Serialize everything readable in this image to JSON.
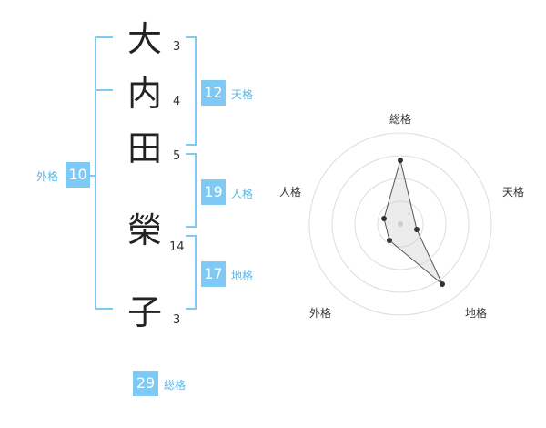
{
  "name": {
    "chars": [
      "大",
      "内",
      "田",
      "榮",
      "子"
    ],
    "strokes": [
      "3",
      "4",
      "5",
      "14",
      "3"
    ]
  },
  "grades": {
    "tenkaku": {
      "value": "12",
      "label": "天格"
    },
    "jinkaku": {
      "value": "19",
      "label": "人格"
    },
    "chikaku": {
      "value": "17",
      "label": "地格"
    },
    "gaikaku": {
      "value": "10",
      "label": "外格"
    },
    "soukaku": {
      "value": "29",
      "label": "総格"
    }
  },
  "radar": {
    "axes": [
      "総格",
      "天格",
      "地格",
      "外格",
      "人格"
    ]
  },
  "colors": {
    "accent": "#7fcaf5",
    "accent_text": "#59b6e8"
  }
}
